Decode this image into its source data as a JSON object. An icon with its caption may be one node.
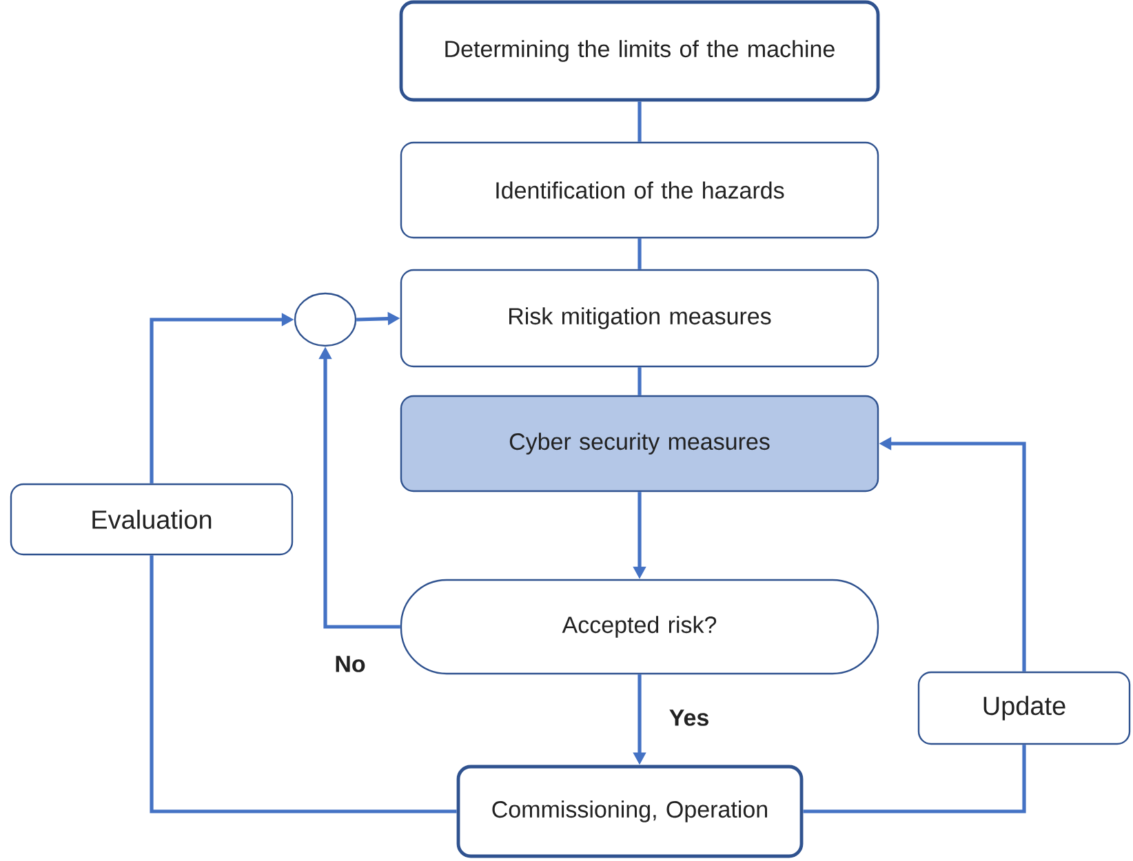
{
  "diagram": {
    "nodes": [
      {
        "text": [
          "Determining the limits of the machine"
        ]
      },
      {
        "text": [
          "Identification of the hazards"
        ]
      },
      {
        "text": [
          "Risk mitigation measures"
        ]
      },
      {
        "text": [
          "Cyber security measures"
        ]
      },
      {
        "text": [
          "Accepted risk?"
        ]
      },
      {
        "text": [
          "Commissioning, Operation"
        ]
      },
      {
        "text": [
          "Evaluation"
        ]
      },
      {
        "text": [
          "Update"
        ]
      },
      {
        "text": [],
        "shape": "circle"
      }
    ],
    "edges": [
      {
        "from": 0,
        "to": 1,
        "arrow": "none"
      },
      {
        "from": 1,
        "to": 2,
        "arrow": "none"
      },
      {
        "from": 2,
        "to": 3,
        "arrow": "none"
      },
      {
        "from": 3,
        "to": 4,
        "arrow": "to"
      },
      {
        "from": 4,
        "to": 5,
        "arrow": "to",
        "label": "Yes"
      },
      {
        "from": 4,
        "to": 8,
        "arrow": "to",
        "label": "No"
      },
      {
        "from": 8,
        "to": 2,
        "arrow": "to"
      },
      {
        "from": 5,
        "to": 6,
        "arrow": "none"
      },
      {
        "from": 6,
        "to": 8,
        "arrow": "to"
      },
      {
        "from": 5,
        "to": 7,
        "arrow": "none"
      },
      {
        "from": 7,
        "to": 3,
        "arrow": "to"
      }
    ]
  }
}
